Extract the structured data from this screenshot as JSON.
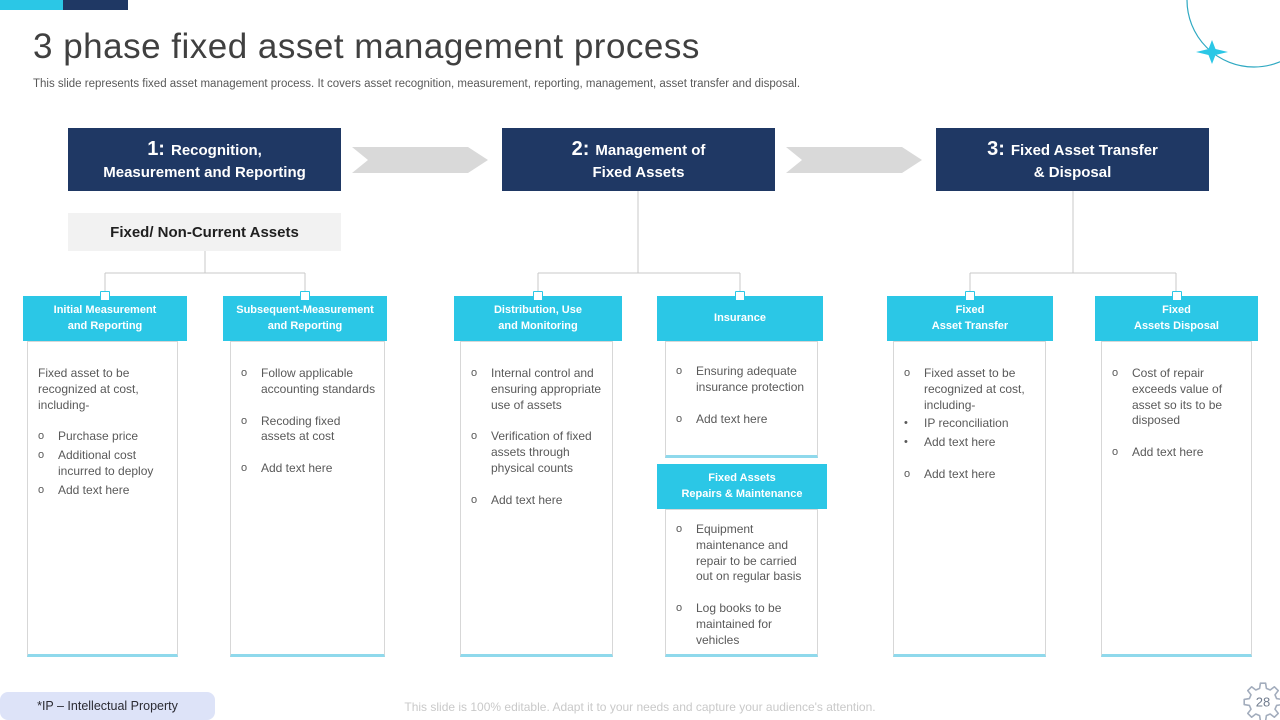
{
  "slide": {
    "title": "3 phase fixed asset management process",
    "subtitle": "This slide represents fixed asset management process. It covers asset recognition, measurement, reporting, management, asset transfer and disposal."
  },
  "phases": [
    {
      "num": "1:",
      "line1": "Recognition,",
      "line2": "Measurement and Reporting"
    },
    {
      "num": "2:",
      "line1": "Management of",
      "line2": "Fixed Assets"
    },
    {
      "num": "3:",
      "line1": "Fixed Asset Transfer",
      "line2": "& Disposal"
    }
  ],
  "sub_label": "Fixed/ Non-Current Assets",
  "columns": [
    {
      "header1": "Initial Measurement",
      "header2": "and Reporting",
      "intro": "Fixed asset to be recognized at cost, including-",
      "items": [
        {
          "m": "o",
          "t": "Purchase price"
        },
        {
          "m": "o",
          "t": "Additional cost incurred to deploy"
        },
        {
          "m": "o",
          "t": "Add text here"
        }
      ]
    },
    {
      "header1": "Subsequent-Measurement",
      "header2": "and Reporting",
      "items": [
        {
          "m": "o",
          "t": "Follow applicable accounting standards"
        },
        {
          "m": "o",
          "t": "Recoding fixed assets at cost"
        },
        {
          "m": "o",
          "t": "Add text here"
        }
      ]
    },
    {
      "header1": "Distribution, Use",
      "header2": "and Monitoring",
      "items": [
        {
          "m": "o",
          "t": "Internal control and ensuring appropriate use of assets"
        },
        {
          "m": "o",
          "t": "Verification of fixed assets through physical counts"
        },
        {
          "m": "o",
          "t": "Add text here"
        }
      ]
    },
    {
      "header1": "Insurance",
      "header2": "",
      "items": [
        {
          "m": "o",
          "t": "Ensuring adequate insurance protection"
        },
        {
          "m": "o",
          "t": "Add text here"
        }
      ]
    },
    {
      "header1": "Fixed Assets",
      "header2": "Repairs & Maintenance",
      "items": [
        {
          "m": "o",
          "t": "Equipment maintenance and repair to be carried out on regular basis"
        },
        {
          "m": "o",
          "t": "Log books to be maintained for vehicles"
        }
      ]
    },
    {
      "header1": "Fixed",
      "header2": "Asset Transfer",
      "items": [
        {
          "m": "o",
          "t": "Fixed asset to be recognized at cost, including-"
        },
        {
          "m": "•",
          "t": "IP reconciliation"
        },
        {
          "m": "•",
          "t": "Add text here"
        },
        {
          "m": "o",
          "t": "Add text here"
        }
      ]
    },
    {
      "header1": "Fixed",
      "header2": "Assets Disposal",
      "items": [
        {
          "m": "o",
          "t": "Cost of repair exceeds value of asset so its to be disposed"
        },
        {
          "m": "o",
          "t": "Add text here"
        }
      ]
    }
  ],
  "footer": {
    "ip_note": "*IP – Intellectual Property",
    "editable_note": "This slide is 100% editable. Adapt it to your needs and capture your audience's attention.",
    "page_number": "28"
  },
  "colors": {
    "navy": "#1F3864",
    "cyan": "#2BC7E6",
    "arrow_gray": "#D9D9D9",
    "body_text": "#595959",
    "badge_bg": "#dde3f8"
  },
  "icons": {
    "sparkle": "sparkle-icon",
    "gear": "gear-icon"
  }
}
